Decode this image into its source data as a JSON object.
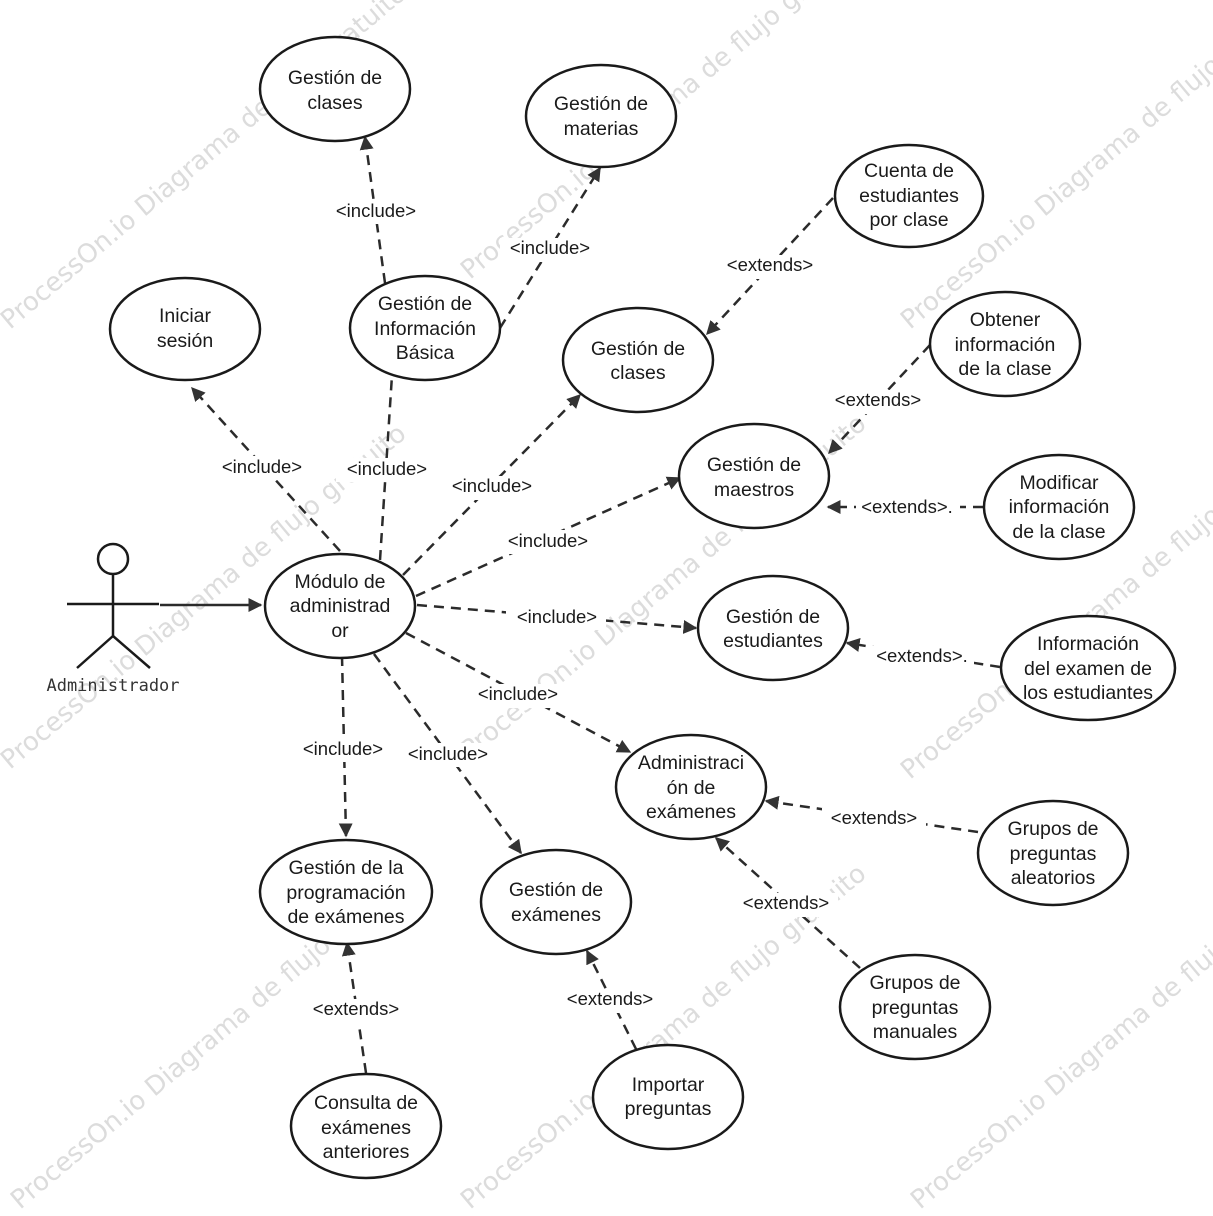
{
  "watermark": "ProcessOn.io Diagrama de flujo gratuito",
  "actor": {
    "label": "Administrador"
  },
  "use_cases": {
    "modulo": [
      "Módulo de",
      "administrad",
      "or"
    ],
    "iniciar": [
      "Iniciar",
      "sesión"
    ],
    "info_basica": [
      "Gestión de",
      "Información",
      "Básica"
    ],
    "clases_top": [
      "Gestión de",
      "clases"
    ],
    "materias": [
      "Gestión de",
      "materias"
    ],
    "clases_mid": [
      "Gestión de",
      "clases"
    ],
    "cuenta": [
      "Cuenta de",
      "estudiantes",
      "por clase"
    ],
    "maestros": [
      "Gestión de",
      "maestros"
    ],
    "obtener": [
      "Obtener",
      "información",
      "de la clase"
    ],
    "modificar": [
      "Modificar",
      "información",
      "de la clase"
    ],
    "estudiantes": [
      "Gestión de",
      "estudiantes"
    ],
    "info_examen": [
      "Información",
      "del examen de",
      "los estudiantes"
    ],
    "admin_examenes": [
      "Administraci",
      "ón de",
      "exámenes"
    ],
    "grupos_aleatorios": [
      "Grupos de",
      "preguntas",
      "aleatorios"
    ],
    "grupos_manuales": [
      "Grupos de",
      "preguntas",
      "manuales"
    ],
    "programacion": [
      "Gestión de la",
      "programación",
      "de exámenes"
    ],
    "gestion_examenes": [
      "Gestión de",
      "exámenes"
    ],
    "consulta": [
      "Consulta de",
      "exámenes",
      "anteriores"
    ],
    "importar": [
      "Importar",
      "preguntas"
    ]
  },
  "relations": {
    "include": "<include>",
    "extends": "<extends>",
    "extends_dot": "<extends>."
  }
}
